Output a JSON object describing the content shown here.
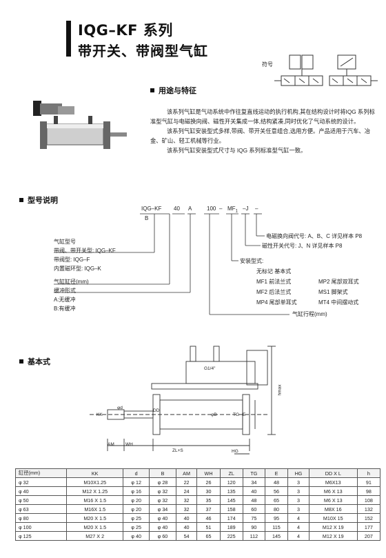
{
  "header": {
    "title": "IQG–KF 系列",
    "subtitle": "带开关、带阀型气缸"
  },
  "symbol_label": "符号",
  "features": {
    "heading": "用途与特征",
    "paragraphs": [
      "该系列气缸是气动系统中作往复直线运动的执行机构,其在结构设计时将IQG 系列标准型气缸与电磁换向阀、磁性开关集成一体,结构紧凑,同时优化了气动系统的设计。",
      "该系列气缸安装型式多样,带阀、带开关任意组合,选用方便。产品适用于汽车、冶金、矿山、轻工机械等行业。",
      "该系列气缸安装型式尺寸与 IQG 系列标准型气缸一致。"
    ]
  },
  "model": {
    "heading": "型号说明",
    "code_parts": {
      "series": "IQG–KF",
      "bore": "40",
      "cushion": "A",
      "stroke": "100",
      "dash1": "–",
      "mount": "MF",
      "mount_sub": "1",
      "switch": "–J",
      "valve": "–",
      "under_series": "B"
    },
    "left_labels": [
      "气缸型号",
      "带阀、带开关型: IQG–KF",
      "带阀型: IQG–F",
      "内置磁环型: IQG–K",
      "气缸缸径(mm)",
      "缓冲形式",
      "A:无缓冲",
      "B:有缓冲"
    ],
    "valve_note": "电磁换向阀代号: A、B、C 详见样本 P8",
    "switch_note": "磁性开关代号: J、N 详见样本 P8",
    "mount_title": "安装型式:",
    "mount_types": [
      [
        "无标记  基本式",
        ""
      ],
      [
        "MF1 前法兰式",
        "MP2 尾部双耳式"
      ],
      [
        "MF2 后法兰式",
        "MS1 脚架式"
      ],
      [
        "MP4 尾部单耳式",
        "MT4 中间摆动式"
      ]
    ],
    "stroke_note": "气缸行程(mm)"
  },
  "basic": {
    "heading": "基本式",
    "dim_labels": {
      "g": "G1/4\"",
      "hmax": "hmax",
      "kk": "KK",
      "d": "φd",
      "am": "AM",
      "wh": "WH",
      "zl": "ZL+S",
      "hg": "HG",
      "e": "E",
      "b": "φB",
      "tg": "TG",
      "dd": "DD"
    }
  },
  "table": {
    "headers": [
      "缸径(mm)",
      "KK",
      "d",
      "B",
      "AM",
      "WH",
      "ZL",
      "TG",
      "E",
      "HG",
      "DD X L",
      "h"
    ],
    "rows": [
      [
        "φ 32",
        "M10X1.25",
        "φ 12",
        "φ 28",
        "22",
        "26",
        "120",
        "34",
        "48",
        "3",
        "M6X13",
        "91"
      ],
      [
        "φ 40",
        "M12 X 1.25",
        "φ 16",
        "φ 32",
        "24",
        "30",
        "135",
        "40",
        "56",
        "3",
        "M6 X 13",
        "98"
      ],
      [
        "φ 50",
        "M16 X 1.5",
        "φ 20",
        "φ 32",
        "32",
        "35",
        "145",
        "48",
        "65",
        "3",
        "M6 X 13",
        "108"
      ],
      [
        "φ 63",
        "M16X 1.5",
        "φ 20",
        "φ 34",
        "32",
        "37",
        "158",
        "60",
        "80",
        "3",
        "M8X 16",
        "132"
      ],
      [
        "φ 80",
        "M20 X 1.5",
        "φ 25",
        "φ 40",
        "40",
        "46",
        "174",
        "75",
        "95",
        "4",
        "M10X 15",
        "152"
      ],
      [
        "φ 100",
        "M20 X 1.5",
        "φ 25",
        "φ 40",
        "40",
        "51",
        "189",
        "90",
        "115",
        "4",
        "M12 X 19",
        "177"
      ],
      [
        "φ 125",
        "M27 X 2",
        "φ 40",
        "φ 60",
        "54",
        "65",
        "225",
        "112",
        "145",
        "4",
        "M12 X 19",
        "207"
      ]
    ]
  }
}
